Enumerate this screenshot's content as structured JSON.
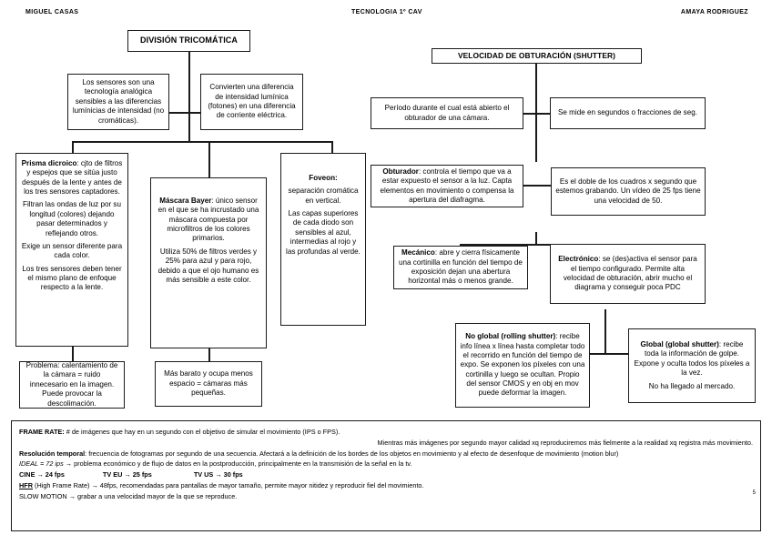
{
  "header": {
    "left": "MIGUEL CASAS",
    "center": "TECNOLOGIA 1º CAV",
    "right": "AMAYA RODRIGUEZ"
  },
  "page_number": "5",
  "left_tree": {
    "title": "DIVISIÓN TRICOMÁTICA",
    "branch_a": "Los sensores son una tecnología analógica sensibles a las diferencias lumínicias de intensidad (no cromáticas).",
    "branch_b": "Convierten una diferencia de intensidad lumínica (fotones) en una diferencia de corriente eléctrica.",
    "prisma": {
      "p1_label": "Prisma dicroico",
      "p1": ": cjto de filtros y espejos que se sitúa justo después de la lente y antes de los tres sensores captadores.",
      "p2": "Filtran las ondas de luz por su longitud (colores) dejando pasar determinados y reflejando otros.",
      "p3": "Exige un sensor diferente para cada color.",
      "p4": "Los tres sensores deben tener el mismo plano de enfoque respecto a la lente."
    },
    "prisma_problem": "Problema: calentamiento de la cámara = ruido innecesario en la imagen. Puede provocar la descolimación.",
    "bayer": {
      "p1_label": "Máscara Bayer",
      "p1": ": único sensor en el que se ha incrustado una máscara compuesta por microfiltros de los colores primarios.",
      "p2": "Utiliza 50% de filtros verdes y 25% para azul y para rojo, debido a que el ojo humano es más sensible a este color."
    },
    "bayer_note": "Más barato y ocupa menos espacio = cámaras más pequeñas.",
    "foveon": {
      "p1_label": "Foveon:",
      "p2": "separación cromática en vertical.",
      "p3": "Las capas superiores de cada diodo son sensibles al azul, intermedias al rojo y las profundas al verde."
    }
  },
  "right_tree": {
    "title": "VELOCIDAD DE OBTURACIÓN (SHUTTER)",
    "branch_a": "Período durante el cual está abierto el obturador de una cámara.",
    "branch_b": "Se mide en segundos o fracciones de seg.",
    "obturador": {
      "label": "Obturador",
      "text": ": controla el tiempo que va a estar expuesto el sensor a la luz. Capta elementos en movimiento o compensa la apertura del diafragma."
    },
    "doble": "Es el doble de los cuadros x segundo que estemos grabando. Un vídeo de 25 fps tiene una velocidad de 50.",
    "mecanico": {
      "label": "Mecánico",
      "text": ": abre y cierra físicamente una cortinilla en función del tiempo de exposición dejan una abertura horizontal más o menos grande."
    },
    "electronico": {
      "label": "Electrónico",
      "text": ": se (des)activa el sensor para el tiempo configurado. Permite alta velocidad de obturación, abrir mucho el diagrama y conseguir poca PDC"
    },
    "no_global": {
      "label": "No global (rolling shutter)",
      "text": ": recibe info línea x línea hasta completar todo el recorrido en función del tiempo de expo. Se exponen los píxeles con una cortinilla y luego se ocultan. Propio del sensor CMOS y en obj en mov puede deformar la imagen."
    },
    "global": {
      "label": "Global (global shutter)",
      "text": ": recibe toda la información de golpe. Expone y oculta todos los píxeles a la vez.",
      "note": "No ha llegado al mercado."
    }
  },
  "framerate": {
    "line1_label": "FRAME RATE:",
    "line1": " # de imágenes que hay en un segundo con el objetivo de simular el movimiento (IPS o FPS).",
    "line2": "Mientras más imágenes por segundo mayor calidad xq reproduciremos más fielmente a la realidad xq registra más movimiento.",
    "line3_label": "Resolución temporal",
    "line3": ": frecuencia de fotogramas por segundo de una secuencia. Afectará a la definición de los bordes de los objetos en movimiento y al efecto de desenfoque de movimiento (motion blur)",
    "line4_label": "IDEAL = 72 ips",
    "line4": " → problema económico y de flujo de datos en la postproducción, principalmente en la transmisión de la señal en la tv.",
    "cine_label": "CINE → 24 fps",
    "tveu_label": "TV EU → 25 fps",
    "tvus_label": "TV US → 30 fps",
    "hfr_label": "HFR",
    "hfr_rest": " (High Frame Rate) → 48fps, recomendadas para pantallas de mayor tamaño, permite mayor nitidez y reproducir fiel del movimiento.",
    "slow_label": "SLOW MOTION",
    "slow_rest": " → grabar a una velocidad mayor de la que se reproduce."
  }
}
